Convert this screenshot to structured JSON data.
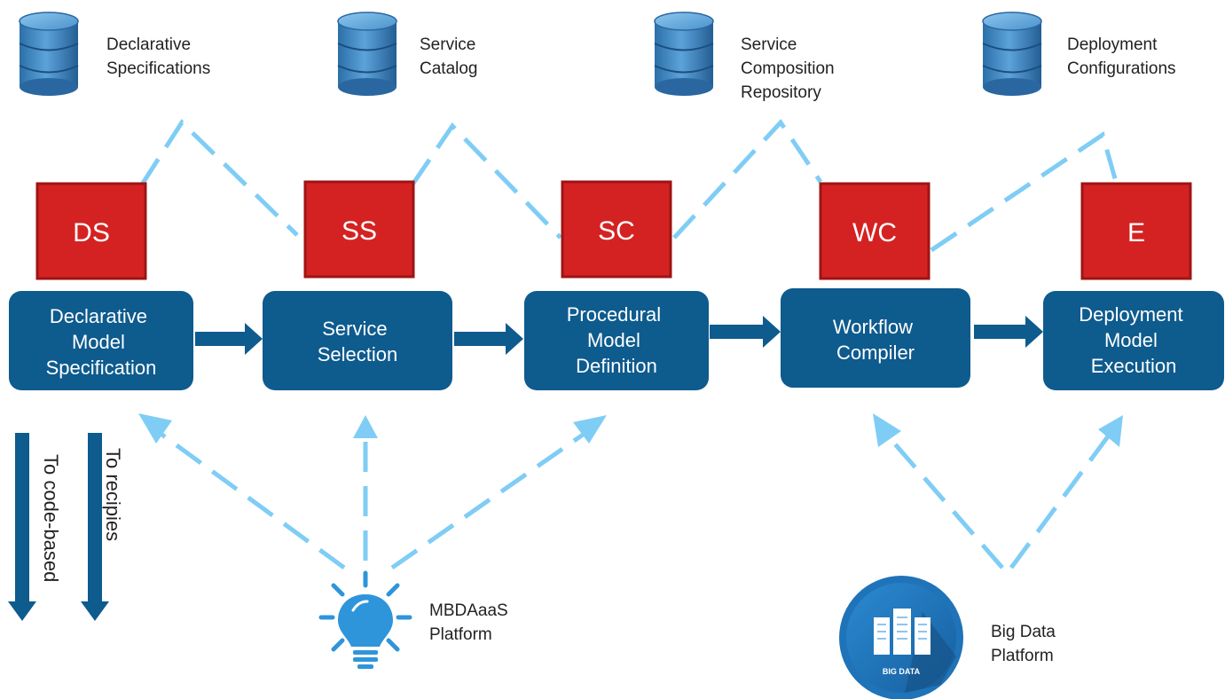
{
  "repositories": [
    {
      "label_lines": [
        "Declarative",
        "Specifications"
      ]
    },
    {
      "label_lines": [
        "Service",
        "Catalog"
      ]
    },
    {
      "label_lines": [
        "Service",
        "Composition",
        "Repository"
      ]
    },
    {
      "label_lines": [
        "Deployment",
        "Configurations"
      ]
    }
  ],
  "components": [
    {
      "code": "DS"
    },
    {
      "code": "SS"
    },
    {
      "code": "SC"
    },
    {
      "code": "WC"
    },
    {
      "code": "E"
    }
  ],
  "stages": [
    {
      "label_lines": [
        "Declarative",
        "Model",
        "Specification"
      ]
    },
    {
      "label_lines": [
        "Service",
        "Selection"
      ]
    },
    {
      "label_lines": [
        "Procedural",
        "Model",
        "Definition"
      ]
    },
    {
      "label_lines": [
        "Workflow",
        "Compiler"
      ]
    },
    {
      "label_lines": [
        "Deployment",
        "Model",
        "Execution"
      ]
    }
  ],
  "side_arrows": [
    {
      "label": "To code-based"
    },
    {
      "label": "To recipies"
    }
  ],
  "platforms": {
    "mbdaaas": {
      "label_lines": [
        "MBDAaaS",
        "Platform"
      ]
    },
    "big_data": {
      "label_lines": [
        "Big Data",
        "Platform"
      ],
      "badge_text": "BIG DATA"
    }
  },
  "colors": {
    "stage_fill": "#0E5B8E",
    "component_fill": "#D42222",
    "component_border": "#9E1414",
    "dashed_link": "#7FCDF5",
    "flow_arrow": "#0E5B8E",
    "db_blue": "#3E86C2",
    "bulb_blue": "#2F95DA",
    "big_data_badge": "#1F73B8"
  }
}
